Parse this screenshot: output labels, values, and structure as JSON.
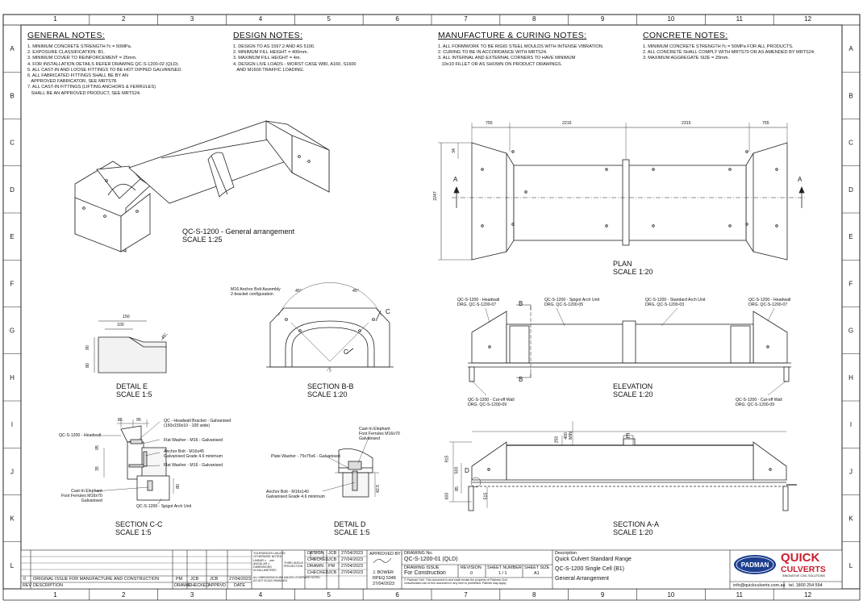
{
  "grid": {
    "cols": [
      "1",
      "2",
      "3",
      "4",
      "5",
      "6",
      "7",
      "8",
      "9",
      "10",
      "11",
      "12"
    ],
    "rows": [
      "A",
      "B",
      "C",
      "D",
      "E",
      "F",
      "G",
      "H",
      "I",
      "J",
      "K",
      "L"
    ]
  },
  "notes": {
    "general": {
      "heading": "GENERAL NOTES:",
      "items": [
        "1. MINIMUM CONCRETE STRENGTH f'c = 50MPa.",
        "2. EXPOSURE CLASSIFICATION: B1.",
        "3. MINIMUM COVER TO REINFORCEMENT = 25mm.",
        "4. FOR INSTALLATION DETAILS REFER DRAWING QC-S-1200-02 (QLD).",
        "5. ALL CAST-IN AND LOOSE FITTINGS TO BE HOT DIPPED GALVANISED.",
        "6. ALL FABRICATED FITTINGS SHALL BE BY AN",
        "   APPROVED FABRICATOR, SEE MRTS78.",
        "7. ALL CAST-IN FITTINGS (LIFTING ANCHORS & FERRULES)",
        "   SHALL BE AN APPROVED PRODUCT, SEE MRTS24."
      ]
    },
    "design": {
      "heading": "DESIGN NOTES:",
      "items": [
        "1. DESIGN TO AS 1597.2 AND AS 5100.",
        "2. MINIMUM FILL HEIGHT = 400mm.",
        "3. MAXIMUM FILL HEIGHT = 4m.",
        "4. DESIGN LIVE LOADS - WORST CASE W80, A160, S1600",
        "   AND M1600 TRAFFIC LOADING."
      ]
    },
    "manufacture": {
      "heading": "MANUFACTURE & CURING NOTES:",
      "items": [
        "1. ALL FORMWORK TO BE RIGID STEEL MOULDS WITH INTENSE VIBRATION.",
        "2. CURING TO BE IN ACCORDANCE WITH MRTS24.",
        "3. ALL INTERNAL AND EXTERNAL CORNERS TO HAVE MINIMUM",
        "   10x10 FILLET OR AS SHOWN ON PRODUCT DRAWINGS."
      ]
    },
    "concrete": {
      "heading": "CONCRETE NOTES:",
      "items": [
        "1. MINIMUM CONCRETE STRENGTH f'c = 50MPa FOR ALL PRODUCTS.",
        "2. ALL CONCRETE SHALL COMPLY WITH MRTS70 OR AS AMENDED BY MRTS24.",
        "3. MAXIMUM AGGREGATE SIZE = 20mm."
      ]
    }
  },
  "views": {
    "general_arrangement": {
      "title": "QC-S-1200 - General arrangement",
      "scale": "SCALE 1:25"
    },
    "plan": {
      "title": "PLAN",
      "scale": "SCALE 1:20",
      "dims": [
        "755",
        "2215",
        "2315",
        "755",
        "2247",
        "34"
      ],
      "section_mark": "A"
    },
    "detail_e": {
      "title": "DETAIL E",
      "scale": "SCALE 1:5",
      "dims": [
        "150",
        "100",
        "90",
        "80",
        "45°"
      ]
    },
    "section_bb": {
      "title": "SECTION B-B",
      "scale": "SCALE 1:20",
      "note": "M16 Anchor Bolt Assembly\n2-bracket configuration",
      "angles": [
        "45°",
        "45°"
      ],
      "marks": [
        "C",
        "C"
      ]
    },
    "elevation": {
      "title": "ELEVATION",
      "scale": "SCALE 1:20",
      "section_mark": "B",
      "callouts_top": [
        "QC-S-1200 - Headwall\nDRG. QC-S-1200-07",
        "QC-S-1200 - Spigot Arch Unit\nDRG. QC-S-1200-05",
        "QC-S-1200 - Standard Arch Unit\nDRG. QC-S-1200-03",
        "QC-S-1200 - Headwall\nDRG. QC-S-1200-07"
      ],
      "callouts_bottom": [
        "QC-S-1200 - Cut-off Wall\nDRG. QC-S-1200-09",
        "QC-S-1200 - Cut-off Wall\nDRG. QC-S-1200-09"
      ]
    },
    "section_cc": {
      "title": "SECTION C-C",
      "scale": "SCALE 1:5",
      "dims": [
        "85",
        "95",
        "95",
        "35",
        "80"
      ],
      "labels": [
        "QC-S-1200 - Headwall",
        "QC - Headwall Bracket - Galvanised\n(150x150x10 - 100 wide)",
        "Flat Washer - M16 - Galvanised",
        "Anchor Bolt - M16x45\nGalvanised Grade 4.6 minimum",
        "Flat Washer - M16 - Galvanised",
        "Cast-In Elephant\nFoot Ferrules M16x70\nGalvanised",
        "QC-S-1200 - Spigot Arch Unit"
      ]
    },
    "detail_d": {
      "title": "DETAIL D",
      "scale": "SCALE 1:5",
      "dims": [
        "42.5"
      ],
      "labels": [
        "Cast-In Elephant\nFoot Ferrules M16x70\nGalvanised",
        "Plate Washer - 75x75x6 - Galvanised",
        "Anchor Bolt - M16x140\nGalvanised Grade 4.6 minimum"
      ]
    },
    "section_aa": {
      "title": "SECTION A-A",
      "scale": "SCALE 1:20",
      "dims": [
        "250",
        "400\nMIN",
        "915",
        "500",
        "85",
        "600",
        "515"
      ],
      "marks": [
        "E",
        "D"
      ]
    }
  },
  "title_block": {
    "revision_rows": [
      {
        "rev": "0",
        "description": "ORIGINAL ISSUE FOR MANUFACTURE AND CONSTRUCTION",
        "drawn": "PM",
        "checked": "JCB",
        "approved": "JCB",
        "date": "27/04/2023"
      }
    ],
    "rev_headers": [
      "REV",
      "DESCRIPTION",
      "DRAWN",
      "CHECKED",
      "APPRVD",
      "DATE"
    ],
    "tolerance_note": "TOLERANCES UNLESS\nOTHERWISE NOTED:\nLINEAR ±    mm\nANGULAR ±\nDIMENSIONS\nIN MILLIMETRES",
    "projection_note": "THIRD ANGLE\nPROJECTION",
    "ownership_note": "ALL DIMENSIONS IN MM UNLESS OTHERWISE NOTED.\nDO NOT SCALE DRAWINGS.",
    "sign_rows": [
      {
        "role": "DESIGN",
        "who": "JCB",
        "date": "27/04/2023"
      },
      {
        "role": "CHECKED",
        "who": "JCB",
        "date": "27/04/2023"
      },
      {
        "role": "DRAWN",
        "who": "PM",
        "date": "27/04/2023"
      },
      {
        "role": "CHECKED",
        "who": "JCB",
        "date": "27/04/2023"
      }
    ],
    "approved_by_label": "APPROVED BY :",
    "approver": "J. BOWER",
    "approver_reg": "RPEQ 5348",
    "approval_date": "27/04/2023",
    "drawing_no_label": "DRAWING No.",
    "drawing_no": "QC-S-1200-01 (QLD)",
    "drawing_issue_label": "DRAWING ISSUE",
    "drawing_issue": "For Construction",
    "revision_label": "REVISION",
    "revision": "0",
    "sheet_number_label": "SHEET NUMBER",
    "sheet_number": "1 / 1",
    "sheet_size_label": "SHEET SIZE",
    "sheet_size": "A1",
    "copyright": "© Padman Civil. This document is and shall remain the property of Padman Civil.\nUnauthorised use of this document in any form is prohibited. Patents may apply.",
    "description_label": "Description",
    "description_lines": [
      "Quick Culvert Standard Range",
      "QC-S-1200 Single Cell (B1)",
      "General Arrangement"
    ],
    "logo_brand": "PADMAN",
    "logo_product": "QUICK CULVERTS",
    "logo_tagline": "INNOVATIVE CIVIL SOLUTIONS",
    "email": "info@quickculverts.com.au",
    "phone": "tel. 1800 254 594"
  },
  "colors": {
    "line": "#222222",
    "brand_blue": "#1d3f8f",
    "brand_red": "#c8202f"
  }
}
